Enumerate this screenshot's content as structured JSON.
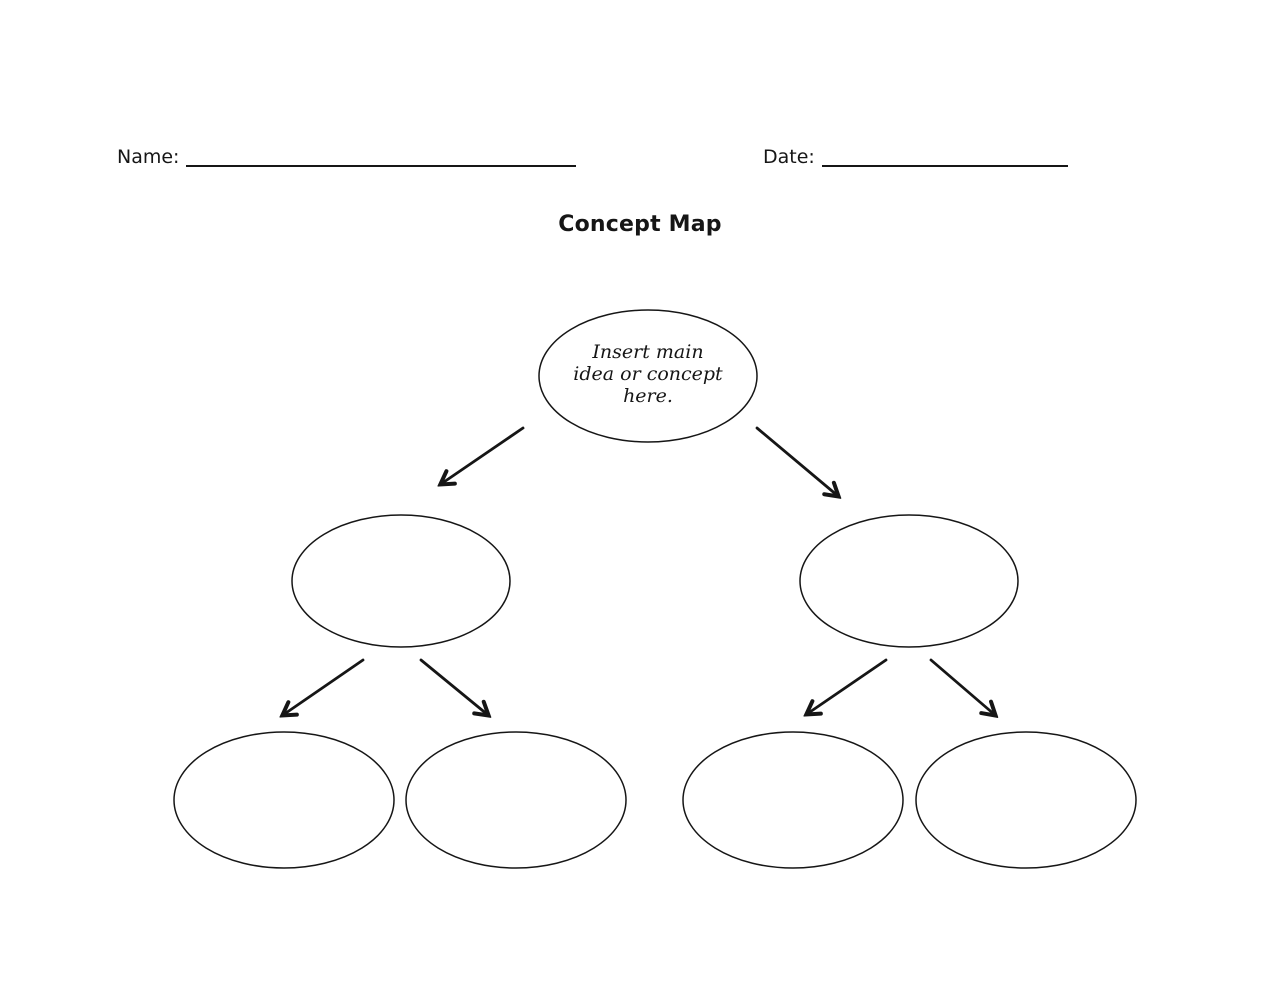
{
  "page": {
    "background": "#ffffff",
    "ink_color": "#161616"
  },
  "header": {
    "name_label": "Name:",
    "date_label": "Date:"
  },
  "title": "Concept Map",
  "diagram": {
    "main_node": {
      "text_lines": [
        "Insert main",
        "idea or concept",
        "here."
      ]
    },
    "branch_nodes": [
      {
        "label": ""
      },
      {
        "label": ""
      }
    ],
    "leaf_nodes": [
      {
        "label": ""
      },
      {
        "label": ""
      },
      {
        "label": ""
      },
      {
        "label": ""
      }
    ]
  }
}
